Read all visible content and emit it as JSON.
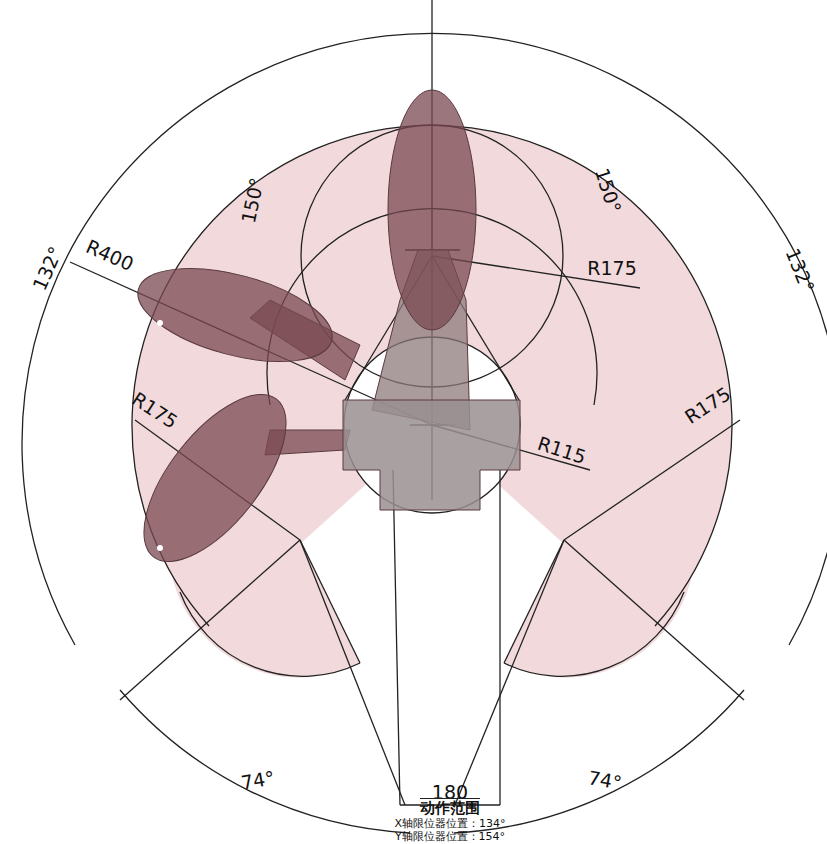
{
  "diagram": {
    "labels": [
      "132°",
      "132°",
      "R400",
      "150°",
      "150°",
      "R175",
      "R175",
      "R175",
      "R115",
      "74°",
      "74°",
      "180",
      "动作范围",
      "X轴限位器位置：134°",
      "Y轴限位器位置：154°"
    ]
  }
}
